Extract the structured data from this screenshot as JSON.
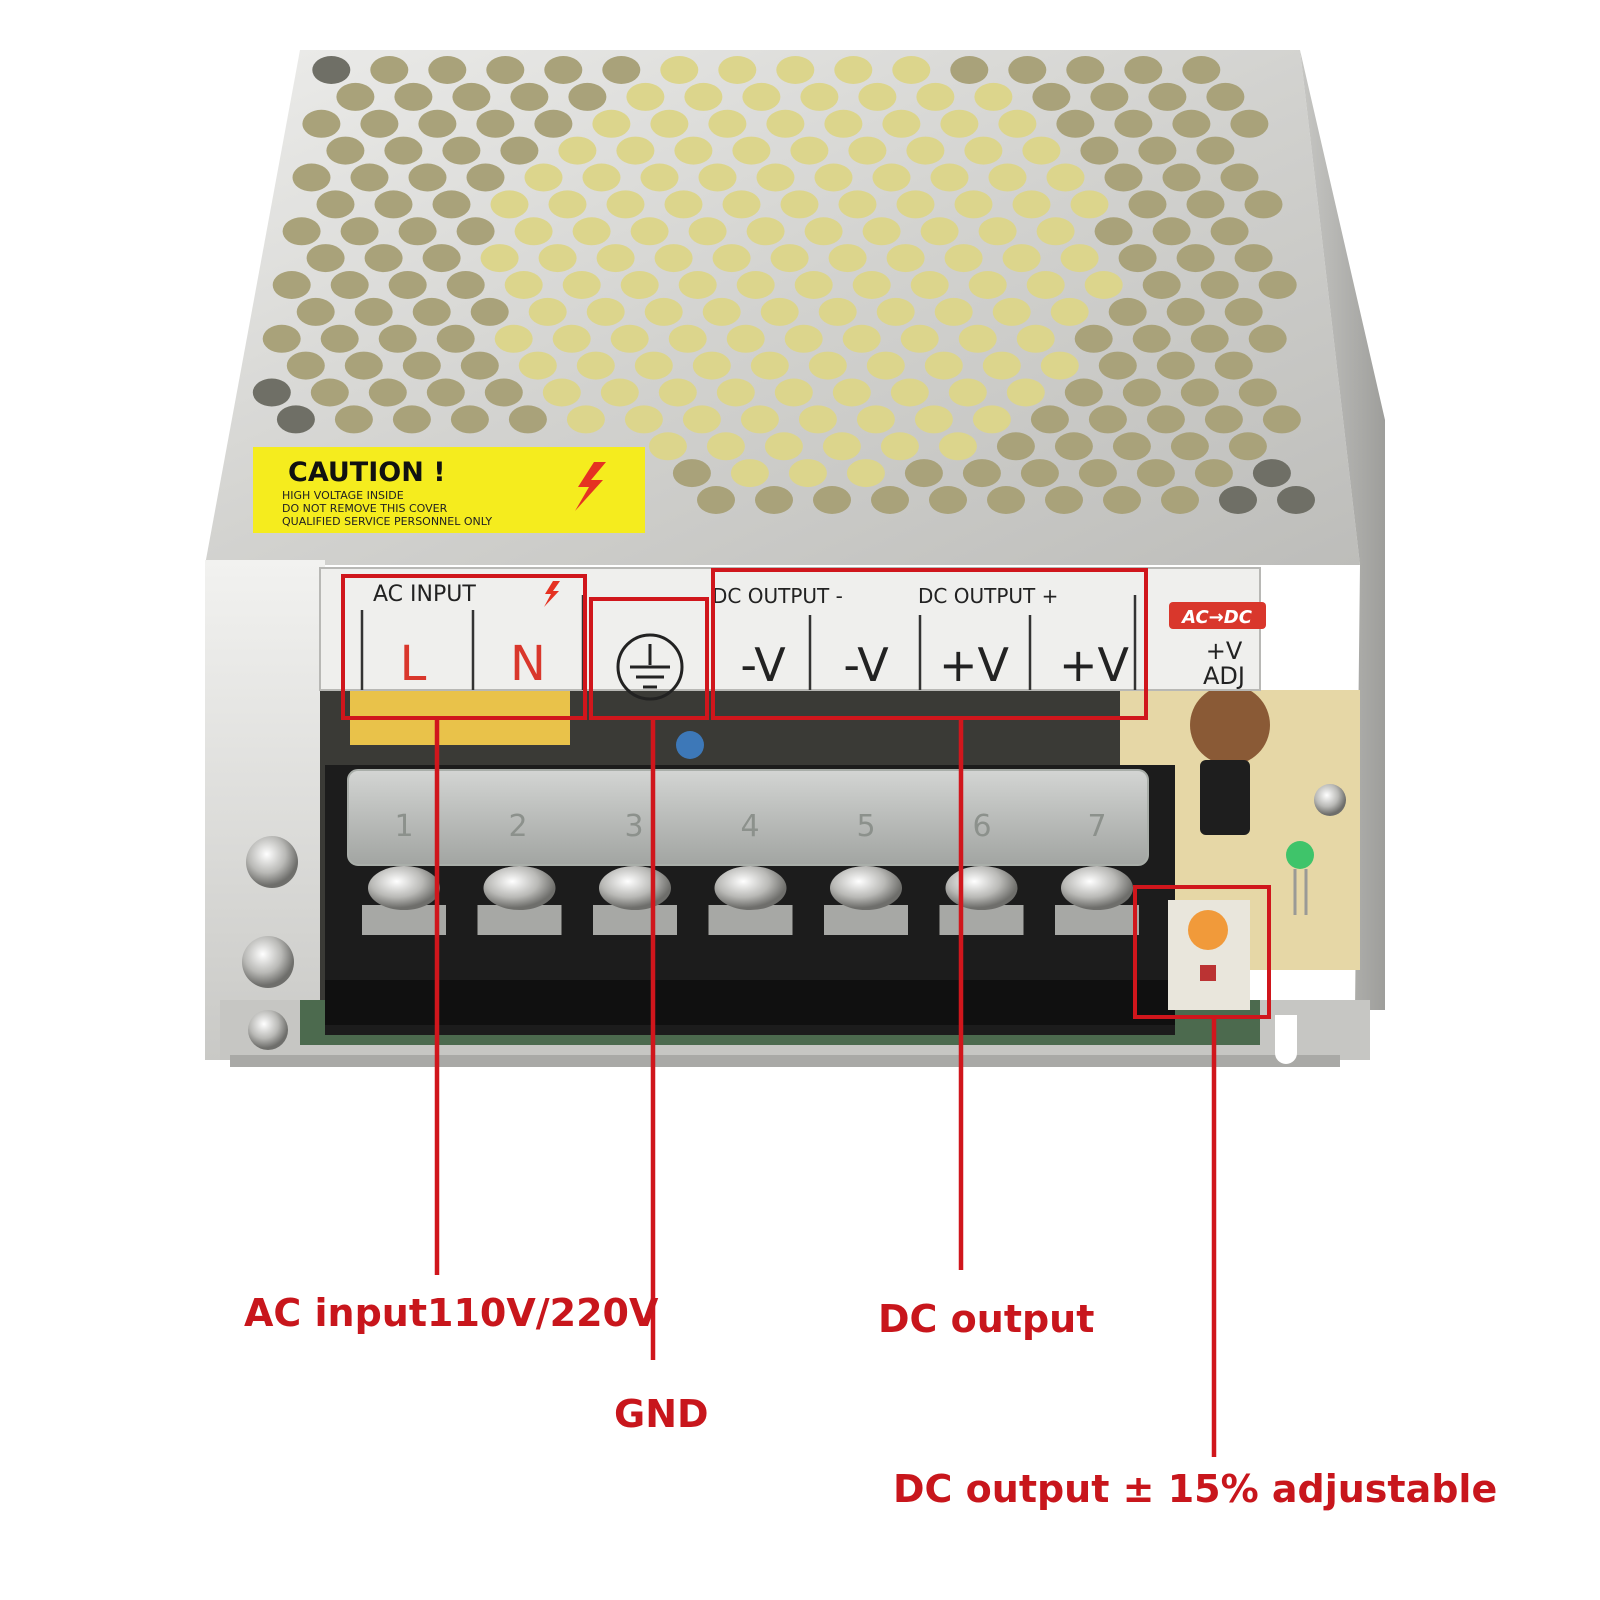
{
  "caution": {
    "title": "CAUTION !",
    "lines": [
      "HIGH VOLTAGE INSIDE",
      "DO NOT REMOVE THIS COVER",
      "QUALIFIED SERVICE PERSONNEL ONLY"
    ]
  },
  "terminal_strip": {
    "ac_input_label": "AC INPUT",
    "dc_output_neg_label": "DC OUTPUT -",
    "dc_output_pos_label": "DC OUTPUT +",
    "ac_dc_badge": "AC→DC",
    "symbols": {
      "L": "L",
      "N": "N",
      "vneg_1": "-V",
      "vneg_2": "-V",
      "vpos_1": "+V",
      "vpos_2": "+V"
    },
    "adj_top": "+V",
    "adj_bottom": "ADJ"
  },
  "terminal_numbers": [
    "1",
    "2",
    "3",
    "4",
    "5",
    "6",
    "7"
  ],
  "callouts": {
    "ac_input": "AC input110V/220V",
    "gnd": "GND",
    "dc_output": "DC output",
    "dc_adjustable": "DC output ± 15% adjustable"
  },
  "colors": {
    "annotation_red": "#d0161c",
    "caution_yellow": "#f5ec1e",
    "chassis_silver": "#d9d9d6",
    "terminal_black": "#1c1c1c",
    "pcb_tan": "#e6d7a6"
  }
}
